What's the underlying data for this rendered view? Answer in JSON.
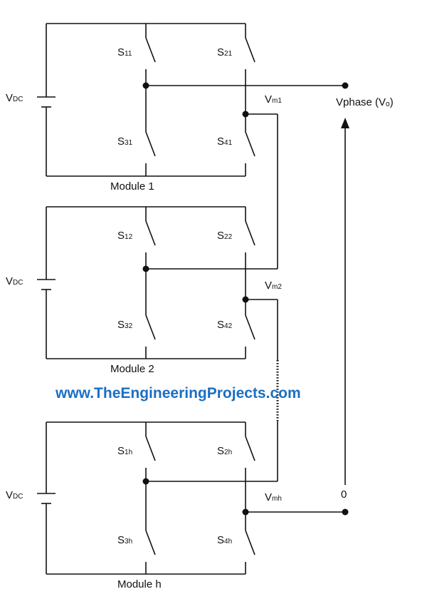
{
  "modules": [
    {
      "title": "Module 1",
      "vdc": {
        "main": "V",
        "sub": "DC"
      },
      "switches": [
        {
          "main": "S",
          "sub": "11"
        },
        {
          "main": "S",
          "sub": "21"
        },
        {
          "main": "S",
          "sub": "31"
        },
        {
          "main": "S",
          "sub": "41"
        }
      ],
      "vm": {
        "main": "V",
        "sub": "m1"
      }
    },
    {
      "title": "Module 2",
      "vdc": {
        "main": "V",
        "sub": "DC"
      },
      "switches": [
        {
          "main": "S",
          "sub": "12"
        },
        {
          "main": "S",
          "sub": "22"
        },
        {
          "main": "S",
          "sub": "32"
        },
        {
          "main": "S",
          "sub": "42"
        }
      ],
      "vm": {
        "main": "V",
        "sub": "m2"
      }
    },
    {
      "title": "Module h",
      "vdc": {
        "main": "V",
        "sub": "DC"
      },
      "switches": [
        {
          "main": "S",
          "sub": "1h"
        },
        {
          "main": "S",
          "sub": "2h"
        },
        {
          "main": "S",
          "sub": "3h"
        },
        {
          "main": "S",
          "sub": "4h"
        }
      ],
      "vm": {
        "main": "V",
        "sub": "mh"
      }
    }
  ],
  "output": {
    "vphase_label": "Vphase (Vₒ)",
    "zero_label": "0"
  },
  "watermark": "www.TheEngineeringProjects.com",
  "colors": {
    "line": "#111111",
    "watermark": "#1a6fc4"
  }
}
